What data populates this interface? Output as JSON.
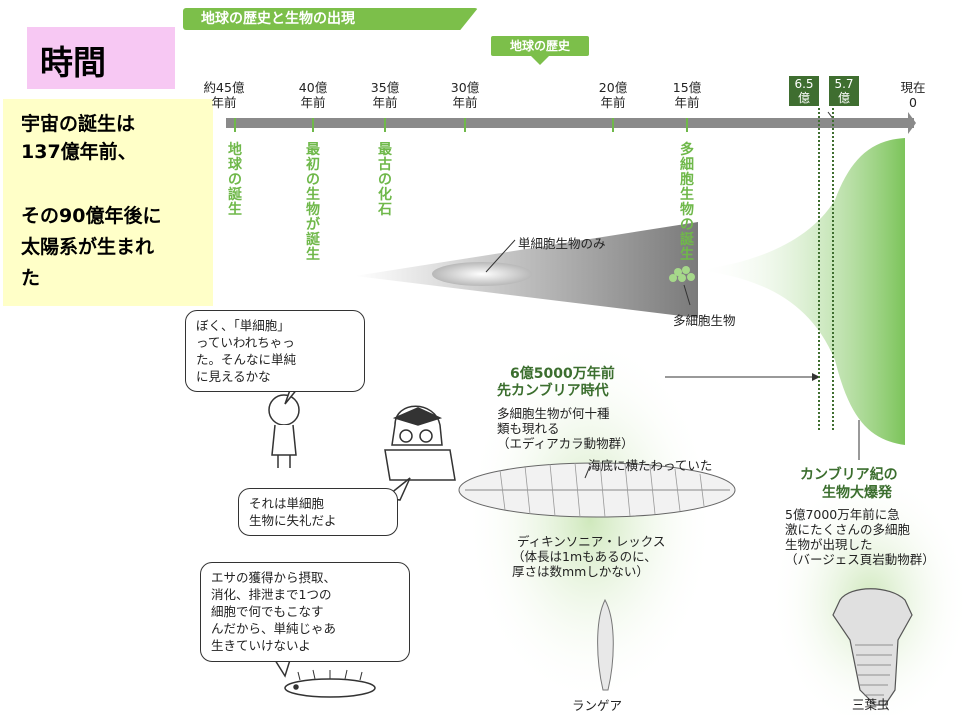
{
  "header": {
    "title": "地球の歴史と生物の出現",
    "history_tab": "地球の歴史"
  },
  "time_box": {
    "label": "時間"
  },
  "note": {
    "lines": [
      "宇宙の誕生は",
      "137億年前、",
      "",
      "その90億年後に",
      "太陽系が生まれ",
      "た"
    ]
  },
  "timeline": {
    "ticks": [
      {
        "line1": "約45億",
        "line2": "年前"
      },
      {
        "line1": "40億",
        "line2": "年前"
      },
      {
        "line1": "35億",
        "line2": "年前"
      },
      {
        "line1": "30億",
        "line2": "年前"
      },
      {
        "line1": "20億",
        "line2": "年前"
      },
      {
        "line1": "15億",
        "line2": "年前"
      },
      {
        "line1": "現在",
        "line2": "0"
      }
    ],
    "markers": [
      {
        "line1": "6.5",
        "line2": "億"
      },
      {
        "line1": "5.7",
        "line2": "億"
      }
    ],
    "events": [
      "地球の誕生",
      "最初の生物が誕生",
      "最古の化石",
      "多細胞生物の誕生"
    ]
  },
  "labels": {
    "unicellular_only": "単細胞生物のみ",
    "multicellular": "多細胞生物",
    "precambrian_title1": "6億5000万年前",
    "precambrian_title2": "先カンブリア時代",
    "precambrian_desc": [
      "多細胞生物が何十種",
      "類も現れる",
      "（エディアカラ動物群）"
    ],
    "seabed": "海底に横たわっていた",
    "dickinsonia": [
      "ディキンソニア・レックス",
      "（体長は1mもあるのに、",
      "厚さは数mmしかない）"
    ],
    "cambrian_title1": "カンブリア紀の",
    "cambrian_title2": "生物大爆発",
    "cambrian_desc": [
      "5億7000万年前に急",
      "激にたくさんの多細胞",
      "生物が出現した",
      "（バージェス頁岩動物群）"
    ],
    "rangea": "ランゲア",
    "trilobite": "三葉虫"
  },
  "bubbles": {
    "kid": [
      "ぼく、「単細胞」",
      "っていわれちゃっ",
      "た。そんなに単純",
      "に見えるかな"
    ],
    "doctor": [
      "それは単細胞",
      "生物に失礼だよ"
    ],
    "worm": [
      "エサの獲得から摂取、",
      "消化、排泄まで1つの",
      "細胞で何でもこなす",
      "んだから、単純じゃあ",
      "生きていけないよ"
    ]
  },
  "colors": {
    "accent_green": "#7cbf4a",
    "dark_green": "#3f6e30",
    "note_yellow": "#ffffc8",
    "time_pink": "#f7c8f3"
  }
}
